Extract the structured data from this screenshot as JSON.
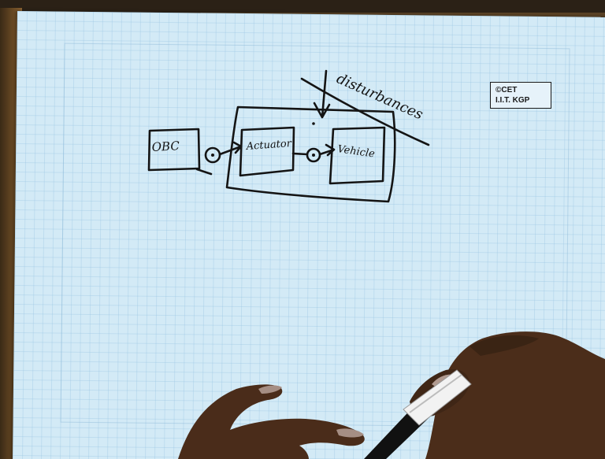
{
  "watermark": {
    "line1": "©CET",
    "line2": "I.I.T. KGP"
  },
  "diagram": {
    "blocks": [
      {
        "id": "obc",
        "label": "OBC"
      },
      {
        "id": "actuator",
        "label": "Actuator"
      },
      {
        "id": "vehicle",
        "label": "Vehicle"
      }
    ],
    "annotation": "disturbances"
  },
  "colors": {
    "paper": "#d3eaf6",
    "ink": "#141414",
    "skin": "#4a2c1a",
    "background": "#4a3a24"
  }
}
